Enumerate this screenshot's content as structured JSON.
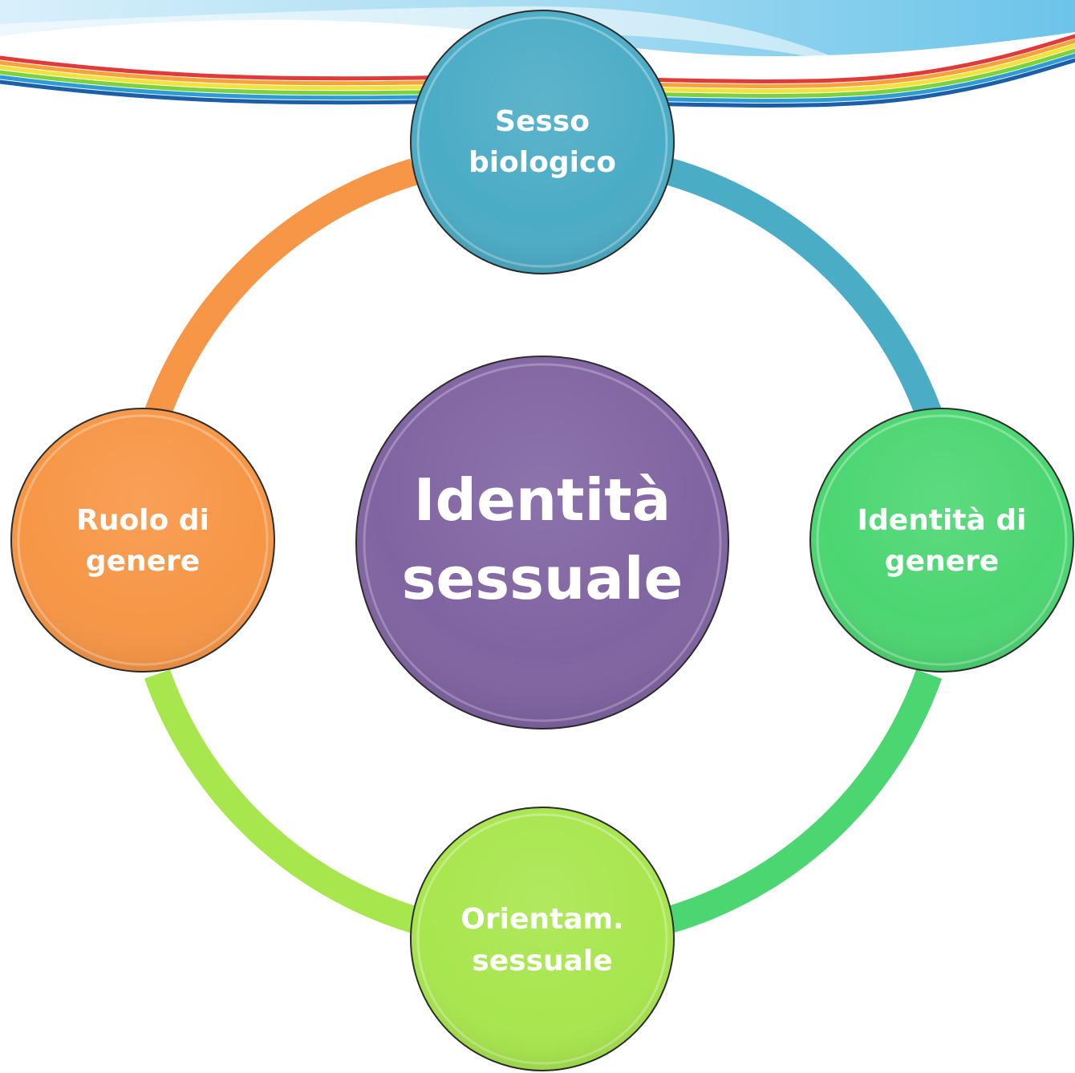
{
  "diagram": {
    "center": {
      "line1": "Identità",
      "line2": "sessuale",
      "color": "#8064A2"
    },
    "nodes": {
      "top": {
        "line1": "Sesso",
        "line2": "biologico",
        "color": "#4BACC6"
      },
      "right": {
        "line1": "Identità di",
        "line2": "genere",
        "color": "#4CD672"
      },
      "bottom": {
        "line1": "Orientam.",
        "line2": "sessuale",
        "color": "#A8E64E"
      },
      "left": {
        "line1": "Ruolo di",
        "line2": "genere",
        "color": "#F79646"
      }
    },
    "arc_colors": {
      "top_right": "#4BACC6",
      "right_bottom": "#4CD672",
      "bottom_left": "#A8E64E",
      "left_top": "#F79646"
    },
    "banner_colors": [
      "#E03A3A",
      "#F7A33A",
      "#F2E23A",
      "#7CD13F",
      "#2E9BD6",
      "#1C5FA8"
    ]
  }
}
